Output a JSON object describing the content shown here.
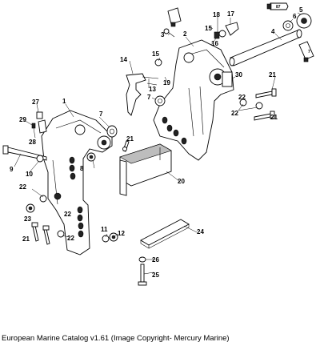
{
  "footer": {
    "caption": "European Marine Catalog v1.61 (Image Copyright- Mercury Marine)"
  },
  "tags": {
    "lubricant": "87",
    "adhesive": "7"
  },
  "callouts": [
    "1",
    "2",
    "3",
    "4",
    "5",
    "6",
    "7",
    "7",
    "8",
    "9",
    "10",
    "11",
    "12",
    "13",
    "14",
    "15",
    "15",
    "16",
    "17",
    "18",
    "19",
    "20",
    "21",
    "21",
    "21",
    "21",
    "22",
    "22",
    "22",
    "22",
    "22",
    "23",
    "24",
    "25",
    "26",
    "27",
    "28",
    "29",
    "30"
  ]
}
